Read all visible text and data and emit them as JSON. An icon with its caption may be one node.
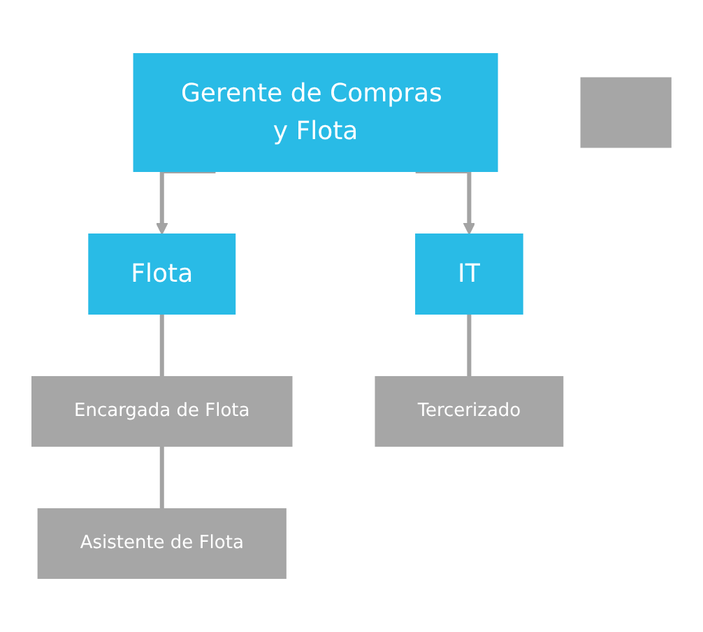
{
  "diagram": {
    "nodes": [
      {
        "text": [
          "Gerente de Compras y Flota"
        ]
      },
      {
        "text": [],
        "shape": "box"
      },
      {
        "text": [
          "Flota"
        ]
      },
      {
        "text": [
          "IT"
        ]
      },
      {
        "text": [
          "Encargada de Flota"
        ]
      },
      {
        "text": [
          "Tercerizado"
        ]
      },
      {
        "text": [
          "Asistente de Flota"
        ]
      }
    ],
    "edges": [
      {
        "from": 0,
        "to": 2,
        "arrow": "to"
      },
      {
        "from": 0,
        "to": 3,
        "arrow": "to"
      },
      {
        "from": 2,
        "to": 4,
        "arrow": "none"
      },
      {
        "from": 3,
        "to": 5,
        "arrow": "none"
      },
      {
        "from": 4,
        "to": 6,
        "arrow": "none"
      }
    ]
  }
}
